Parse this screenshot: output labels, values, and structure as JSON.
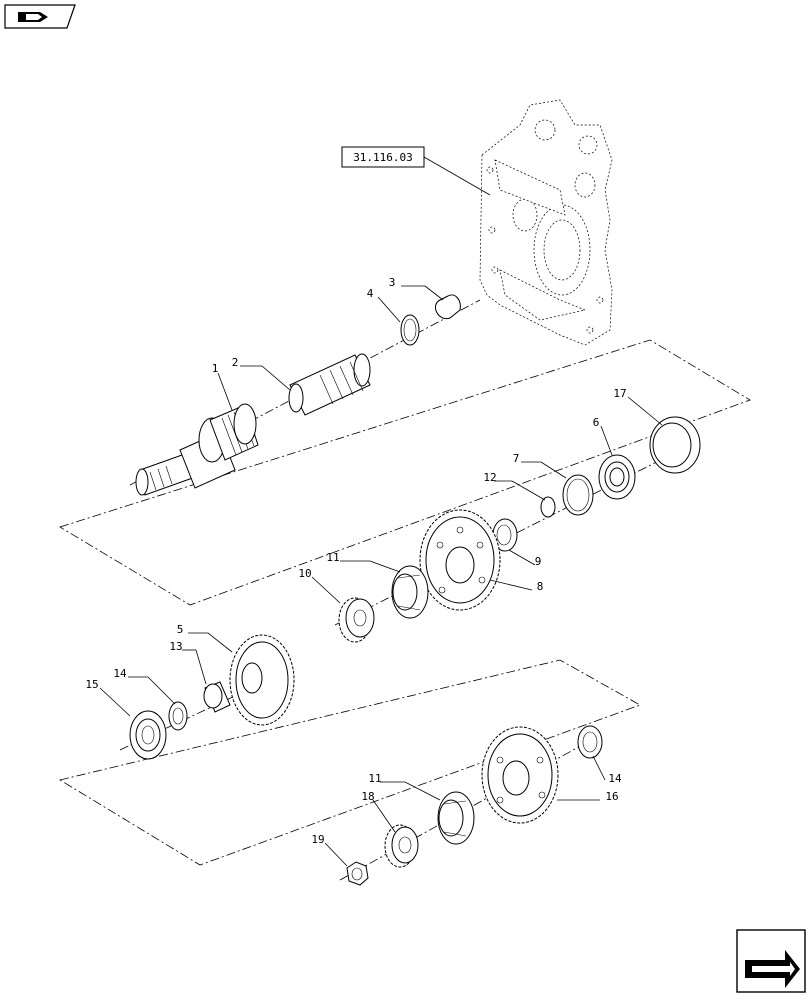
{
  "reference_box": {
    "label": "31.116.03"
  },
  "callouts": [
    "1",
    "2",
    "3",
    "4",
    "5",
    "6",
    "7",
    "8",
    "9",
    "10",
    "11",
    "11",
    "12",
    "13",
    "14",
    "14",
    "15",
    "16",
    "17",
    "18",
    "19"
  ]
}
